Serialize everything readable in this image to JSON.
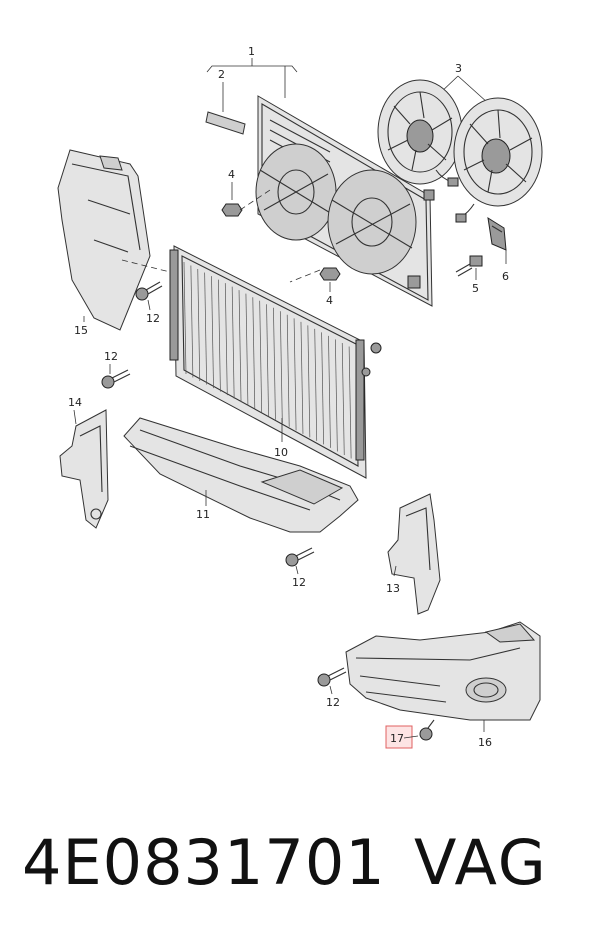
{
  "diagram": {
    "callouts": {
      "c1": "1",
      "c2": "2",
      "c3": "3",
      "c4a": "4",
      "c4b": "4",
      "c5": "5",
      "c6": "6",
      "c10": "10",
      "c11": "11",
      "c12a": "12",
      "c12b": "12",
      "c12c": "12",
      "c12d": "12",
      "c13": "13",
      "c14": "14",
      "c15": "15",
      "c16": "16",
      "c17": "17"
    },
    "highlight_color": "#e06060"
  },
  "footer": {
    "part_number": "4E0831701",
    "brand": "VAG"
  }
}
